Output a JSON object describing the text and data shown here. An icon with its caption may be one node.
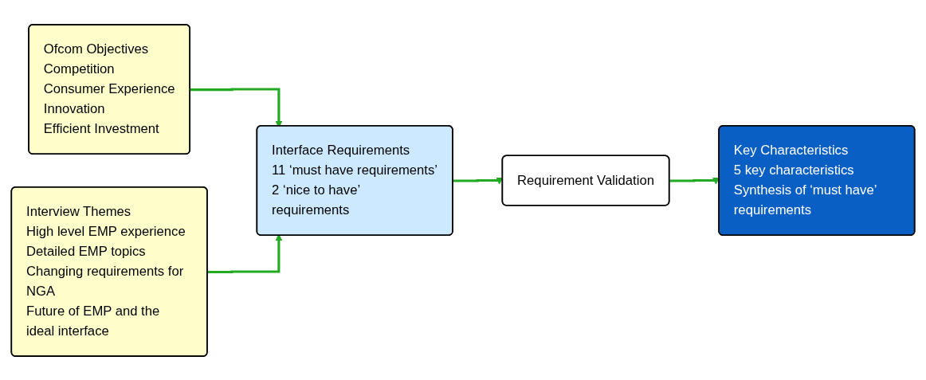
{
  "diagram": {
    "nodes": [
      {
        "text": [
          "Ofcom Objectives",
          "Competition",
          "Consumer Experience",
          "Innovation",
          "Efficient Investment"
        ]
      },
      {
        "text": [
          "Interview Themes",
          "High level EMP experience",
          "Detailed EMP topics",
          "Changing requirements for NGA",
          "Future of EMP and the ideal interface"
        ]
      },
      {
        "text": [
          "Interface Requirements",
          "11 ‘must have requirements’",
          "2 ‘nice to have’ requirements"
        ]
      },
      {
        "text": [
          "Requirement Validation"
        ]
      },
      {
        "text": [
          "Key Characteristics",
          "5 key characteristics",
          "Synthesis of ‘must have’ requirements"
        ]
      }
    ],
    "edges": [
      {
        "from": 0,
        "to": 2,
        "arrow": "to"
      },
      {
        "from": 1,
        "to": 2,
        "arrow": "to"
      },
      {
        "from": 2,
        "to": 3,
        "arrow": "to"
      },
      {
        "from": 3,
        "to": 4,
        "arrow": "to"
      }
    ]
  }
}
